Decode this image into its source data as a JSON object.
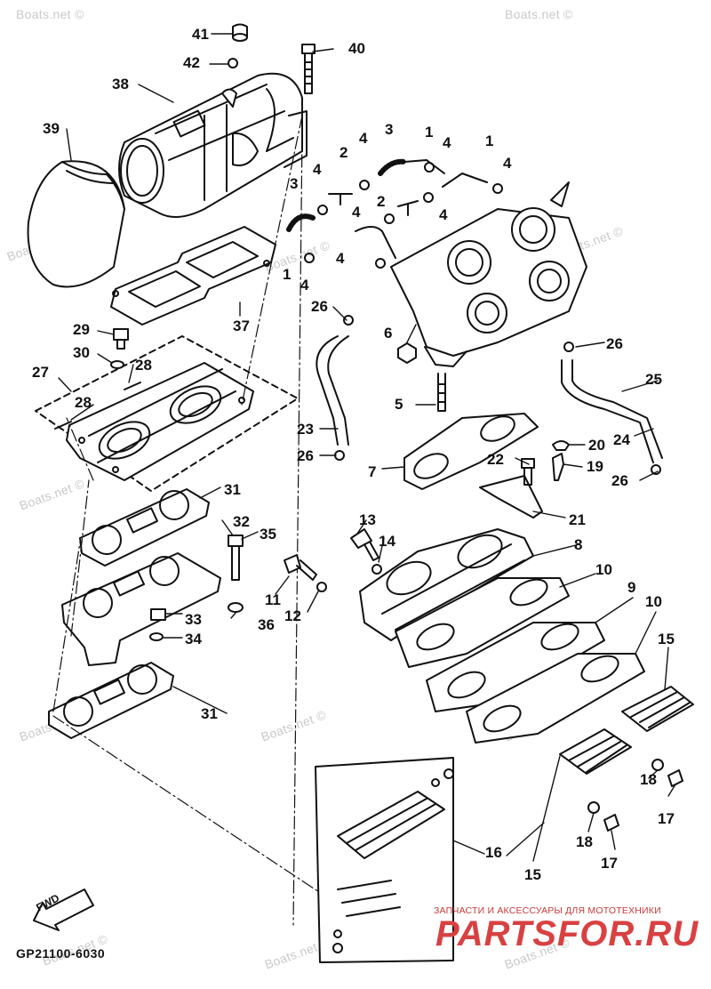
{
  "diagram": {
    "code": "GP21100-6030",
    "fwd": "FWD",
    "watermark": "Boats.net ©",
    "brand_caption": "ЗАПЧАСТИ И АКСЕССУАРЫ ДЛЯ МОТОТЕХНИКИ",
    "brand_name": "PARTSFOR.RU",
    "brand_color": "#d94141",
    "line_color": "#111111"
  },
  "callouts": {
    "c1a": "1",
    "c1b": "1",
    "c1c": "1",
    "c2a": "2",
    "c2b": "2",
    "c3a": "3",
    "c3b": "3",
    "c4a": "4",
    "c4b": "4",
    "c4c": "4",
    "c4d": "4",
    "c4e": "4",
    "c4f": "4",
    "c4g": "4",
    "c4h": "4",
    "c5": "5",
    "c6": "6",
    "c7": "7",
    "c8": "8",
    "c9": "9",
    "c10a": "10",
    "c10b": "10",
    "c11": "11",
    "c12": "12",
    "c13": "13",
    "c14": "14",
    "c15a": "15",
    "c15b": "15",
    "c16": "16",
    "c17a": "17",
    "c17b": "17",
    "c18a": "18",
    "c18b": "18",
    "c19": "19",
    "c20": "20",
    "c21": "21",
    "c22": "22",
    "c23": "23",
    "c24": "24",
    "c25": "25",
    "c26a": "26",
    "c26b": "26",
    "c26c": "26",
    "c26d": "26",
    "c27": "27",
    "c28a": "28",
    "c28b": "28",
    "c29": "29",
    "c30": "30",
    "c31a": "31",
    "c31b": "31",
    "c32": "32",
    "c33": "33",
    "c34": "34",
    "c35": "35",
    "c36": "36",
    "c37": "37",
    "c38": "38",
    "c39": "39",
    "c40": "40",
    "c41": "41",
    "c42": "42"
  }
}
